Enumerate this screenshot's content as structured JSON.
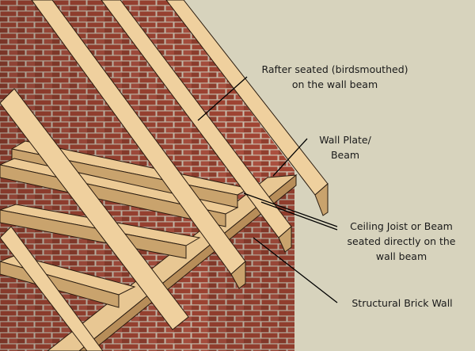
{
  "colors": {
    "background": "#d7d3bd",
    "brick": "#a24634",
    "mortar": "#cfc3b2",
    "timber": "#eccb96",
    "timber_shade": "#c9a36d",
    "outline": "#2a1c10"
  },
  "labels": {
    "rafter": {
      "line1": "Rafter seated (birdsmouthed)",
      "line2": "on the wall beam"
    },
    "wall_plate": {
      "line1": "Wall Plate/",
      "line2": "Beam"
    },
    "ceiling_joist": {
      "line1": "Ceiling Joist or Beam",
      "line2": "seated directly on the",
      "line3": "wall beam"
    },
    "brick_wall": {
      "line1": "Structural Brick Wall"
    }
  }
}
